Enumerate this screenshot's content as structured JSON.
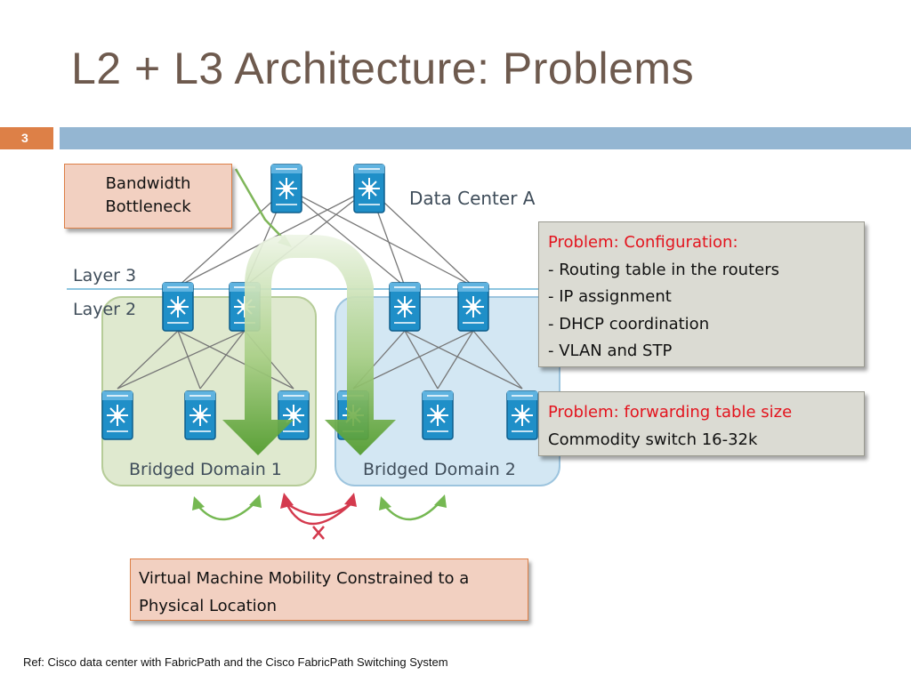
{
  "slide": {
    "title": "L2 + L3 Architecture: Problems",
    "number": "3",
    "reference": "Ref: Cisco data center with FabricPath and the Cisco FabricPath Switching System"
  },
  "diagram": {
    "data_center_label": "Data Center A",
    "layer3_label": "Layer 3",
    "layer2_label": "Layer 2",
    "domain1_label": "Bridged Domain 1",
    "domain2_label": "Bridged Domain 2"
  },
  "callouts": {
    "bandwidth": {
      "line1": "Bandwidth",
      "line2": "Bottleneck"
    },
    "config": {
      "heading": "Problem: Configuration:",
      "items": [
        "- Routing table in the routers",
        "- IP assignment",
        "- DHCP coordination",
        "- VLAN and STP"
      ]
    },
    "forwarding": {
      "heading": "Problem: forwarding table size",
      "detail": "Commodity switch 16-32k"
    },
    "vm_mobility": {
      "line1": "Virtual Machine Mobility Constrained to a",
      "line2": "Physical Location"
    }
  },
  "colors": {
    "title": "#6e5a4e",
    "accent_orange": "#dd8047",
    "accent_blue": "#94b6d2",
    "problem_red": "#e3141e",
    "domain1_fill": "#dfe9cf",
    "domain2_fill": "#d3e7f3",
    "switch_blue": "#1f8fc8"
  }
}
